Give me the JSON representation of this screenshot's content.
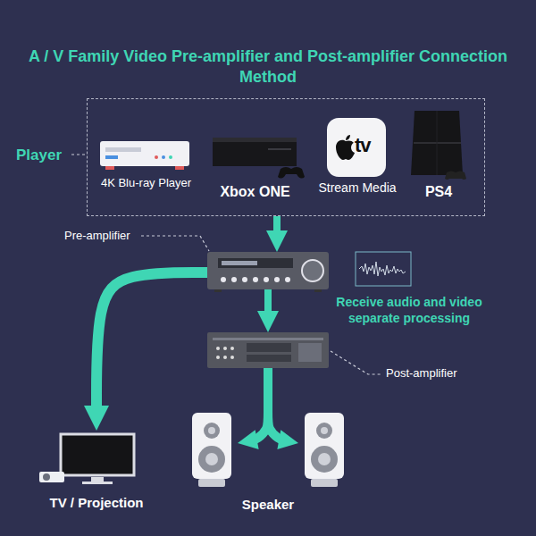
{
  "diagram": {
    "title": "A / V Family Video Pre-amplifier and Post-amplifier Connection Method",
    "nodes": [
      {
        "text": [
          "Player"
        ]
      },
      {
        "text": [
          "4K Blu-ray Player"
        ],
        "in": 0
      },
      {
        "text": [
          "Xbox ONE"
        ],
        "in": 0
      },
      {
        "text": [
          "Stream Media"
        ],
        "in": 0
      },
      {
        "text": [
          "PS4"
        ],
        "in": 0
      },
      {
        "text": [
          "Pre-amplifier"
        ]
      },
      {
        "text": [
          "Post-amplifier"
        ]
      },
      {
        "text": [
          "TV / Projection"
        ]
      },
      {
        "text": [
          "Speaker"
        ]
      }
    ],
    "edges": [
      {
        "from": 0,
        "to": 5,
        "arrow": "to"
      },
      {
        "from": 5,
        "to": 7,
        "arrow": "to"
      },
      {
        "from": 5,
        "to": 6,
        "arrow": "to"
      },
      {
        "from": 6,
        "to": 8,
        "arrow": "to"
      }
    ],
    "labels": [
      "tv",
      "Receive audio and video separate processing"
    ]
  }
}
